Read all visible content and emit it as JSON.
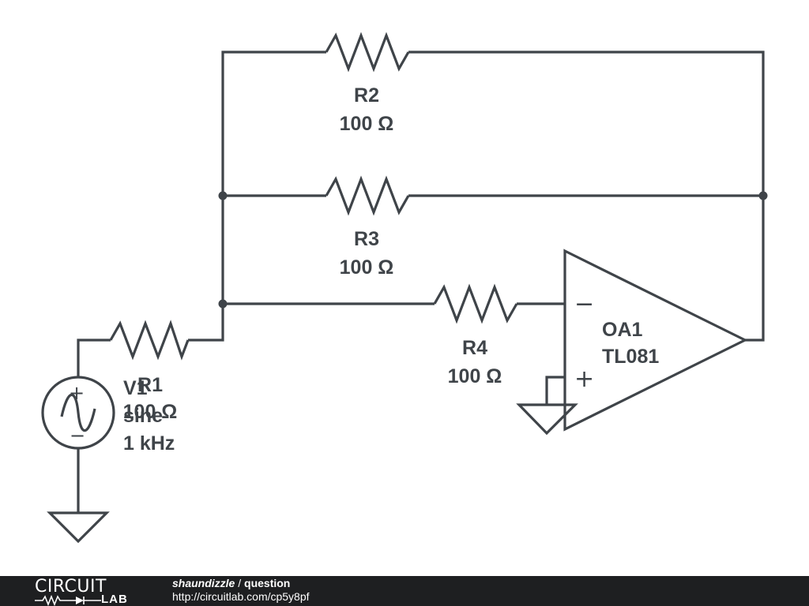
{
  "schematic": {
    "components": [
      {
        "id": "R2",
        "ref": "R2",
        "value": "100 Ω"
      },
      {
        "id": "R3",
        "ref": "R3",
        "value": "100 Ω"
      },
      {
        "id": "R4",
        "ref": "R4",
        "value": "100 Ω"
      },
      {
        "id": "R1",
        "ref": "R1",
        "value": "100 Ω"
      },
      {
        "id": "V1",
        "ref": "V1",
        "value": "sine",
        "freq": "1 kHz"
      },
      {
        "id": "OA1",
        "ref": "OA1",
        "value": "TL081"
      }
    ],
    "opamp_pins": {
      "inverting": "−",
      "noninverting": "+"
    },
    "source_pins": {
      "positive": "+",
      "negative": "−"
    }
  },
  "footer": {
    "logo_top": "CIRCUIT",
    "logo_bottom": "LAB",
    "author": "shaundizzle",
    "separator": " / ",
    "title": "question",
    "url": "http://circuitlab.com/cp5y8pf"
  },
  "colors": {
    "ink": "#3f4449",
    "footer_bg": "#1e1f21"
  }
}
